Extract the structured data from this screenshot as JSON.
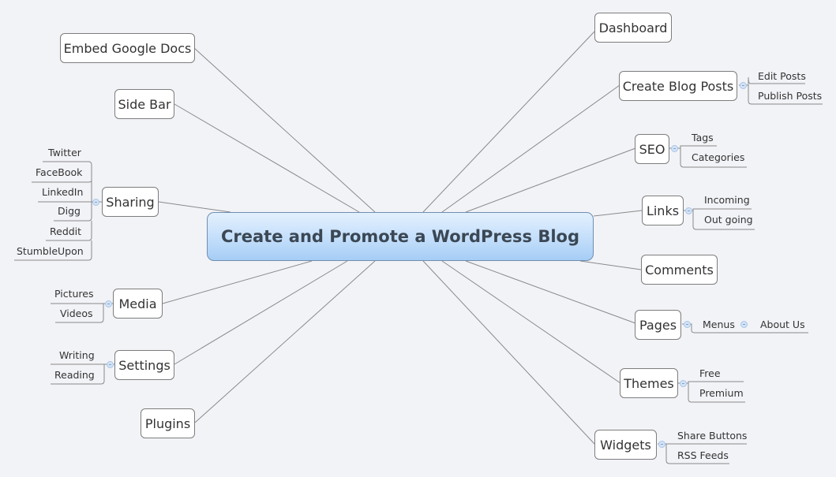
{
  "central_topic": "Create and Promote a WordPress Blog",
  "colors": {
    "background": "#f2f3f7",
    "central_gradient_top": "#e3f0fd",
    "central_gradient_bottom": "#a6cdf5",
    "central_text": "#3b4754",
    "line": "#8a8a8a",
    "collapse_icon": "#d3e3f6"
  },
  "right_topics": [
    {
      "label": "Dashboard",
      "children": []
    },
    {
      "label": "Create Blog Posts",
      "children": [
        "Edit Posts",
        "Publish Posts"
      ]
    },
    {
      "label": "SEO",
      "children": [
        "Tags",
        "Categories"
      ]
    },
    {
      "label": "Links",
      "children": [
        "Incoming",
        "Out going"
      ]
    },
    {
      "label": "Comments",
      "children": []
    },
    {
      "label": "Pages",
      "children": [
        "Menus"
      ],
      "grandchildren": [
        "About Us"
      ]
    },
    {
      "label": "Themes",
      "children": [
        "Free",
        "Premium"
      ]
    },
    {
      "label": "Widgets",
      "children": [
        "Share Buttons",
        "RSS Feeds"
      ]
    }
  ],
  "left_topics": [
    {
      "label": "Embed Google Docs",
      "children": []
    },
    {
      "label": "Side Bar",
      "children": []
    },
    {
      "label": "Sharing",
      "children": [
        "Twitter",
        "FaceBook",
        "LinkedIn",
        "Digg",
        "Reddit",
        "StumbleUpon"
      ]
    },
    {
      "label": "Media",
      "children": [
        "Pictures",
        "Videos"
      ]
    },
    {
      "label": "Settings",
      "children": [
        "Writing",
        "Reading"
      ]
    },
    {
      "label": "Plugins",
      "children": []
    }
  ]
}
